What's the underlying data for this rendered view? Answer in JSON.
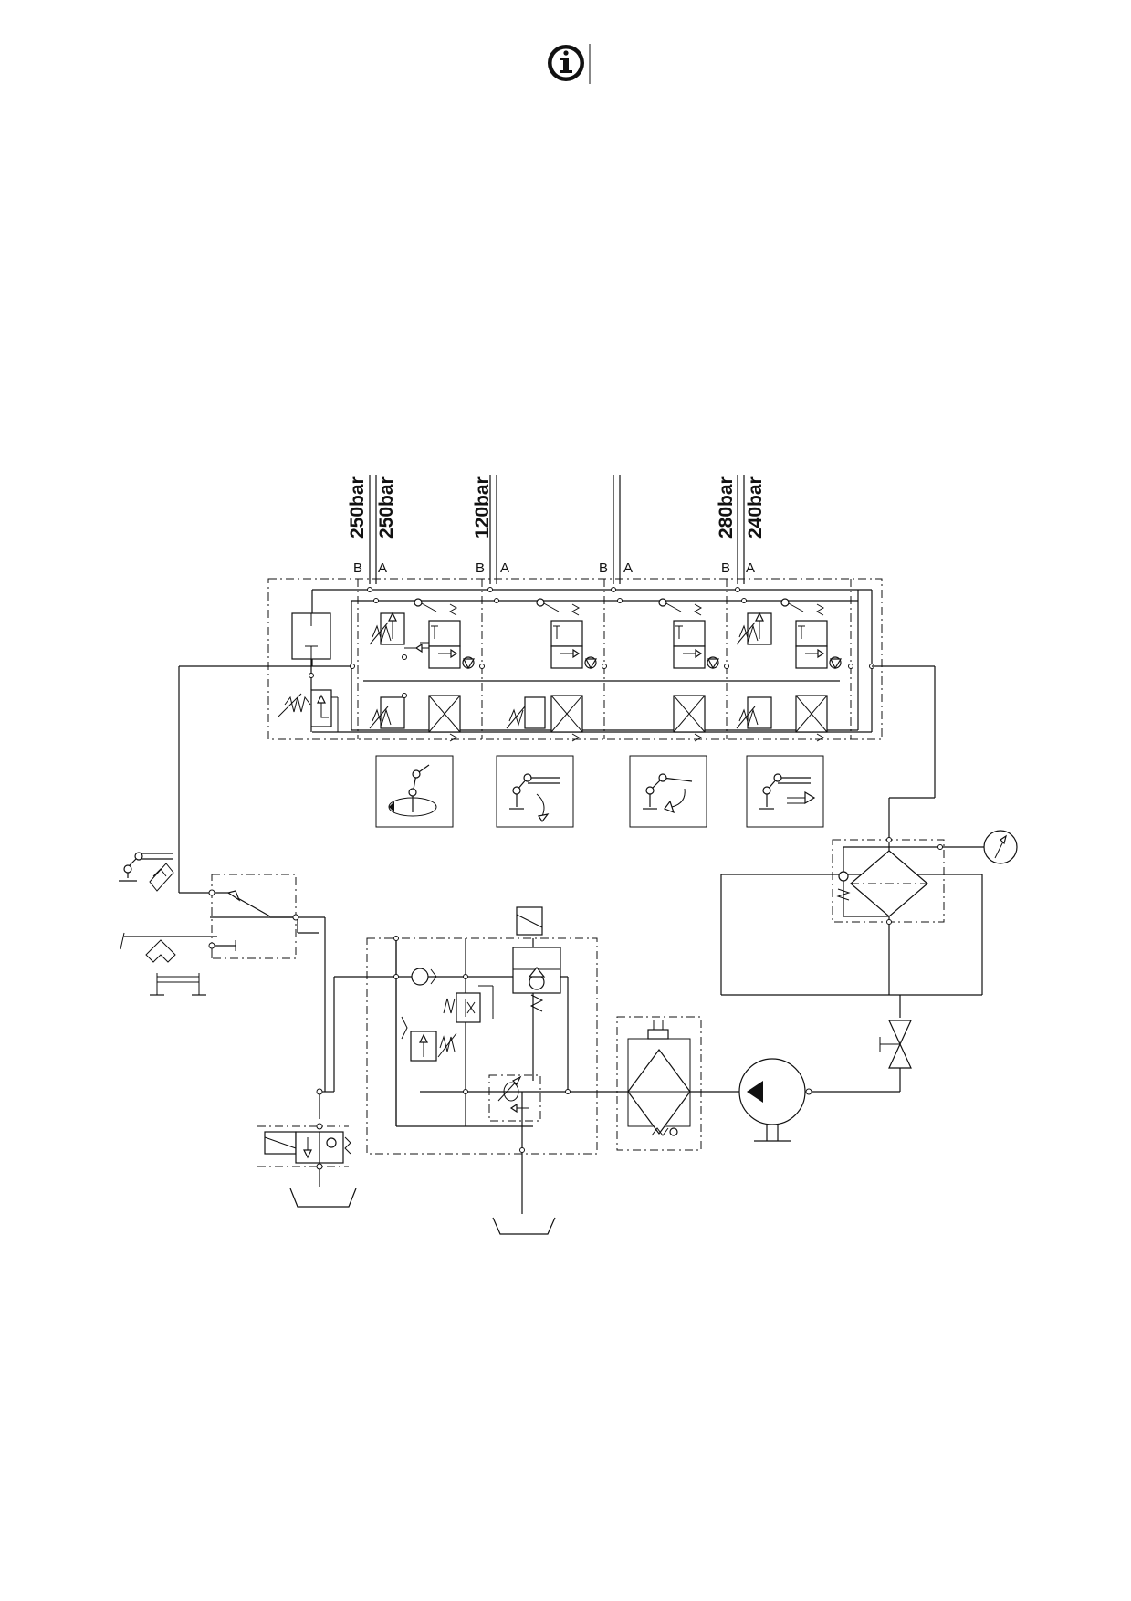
{
  "header": {
    "icon": "info-icon",
    "icon_glyph": "i"
  },
  "pressure_labels": [
    "250bar",
    "250bar",
    "120bar",
    "280bar",
    "240bar"
  ],
  "port_labels": [
    {
      "b": "B",
      "a": "A"
    },
    {
      "b": "B",
      "a": "A"
    },
    {
      "b": "B",
      "a": "A"
    },
    {
      "b": "B",
      "a": "A"
    }
  ],
  "function_icons": [
    "crane-slew-icon",
    "crane-boom-lift-icon",
    "crane-jib-fold-icon",
    "crane-telescope-icon"
  ]
}
